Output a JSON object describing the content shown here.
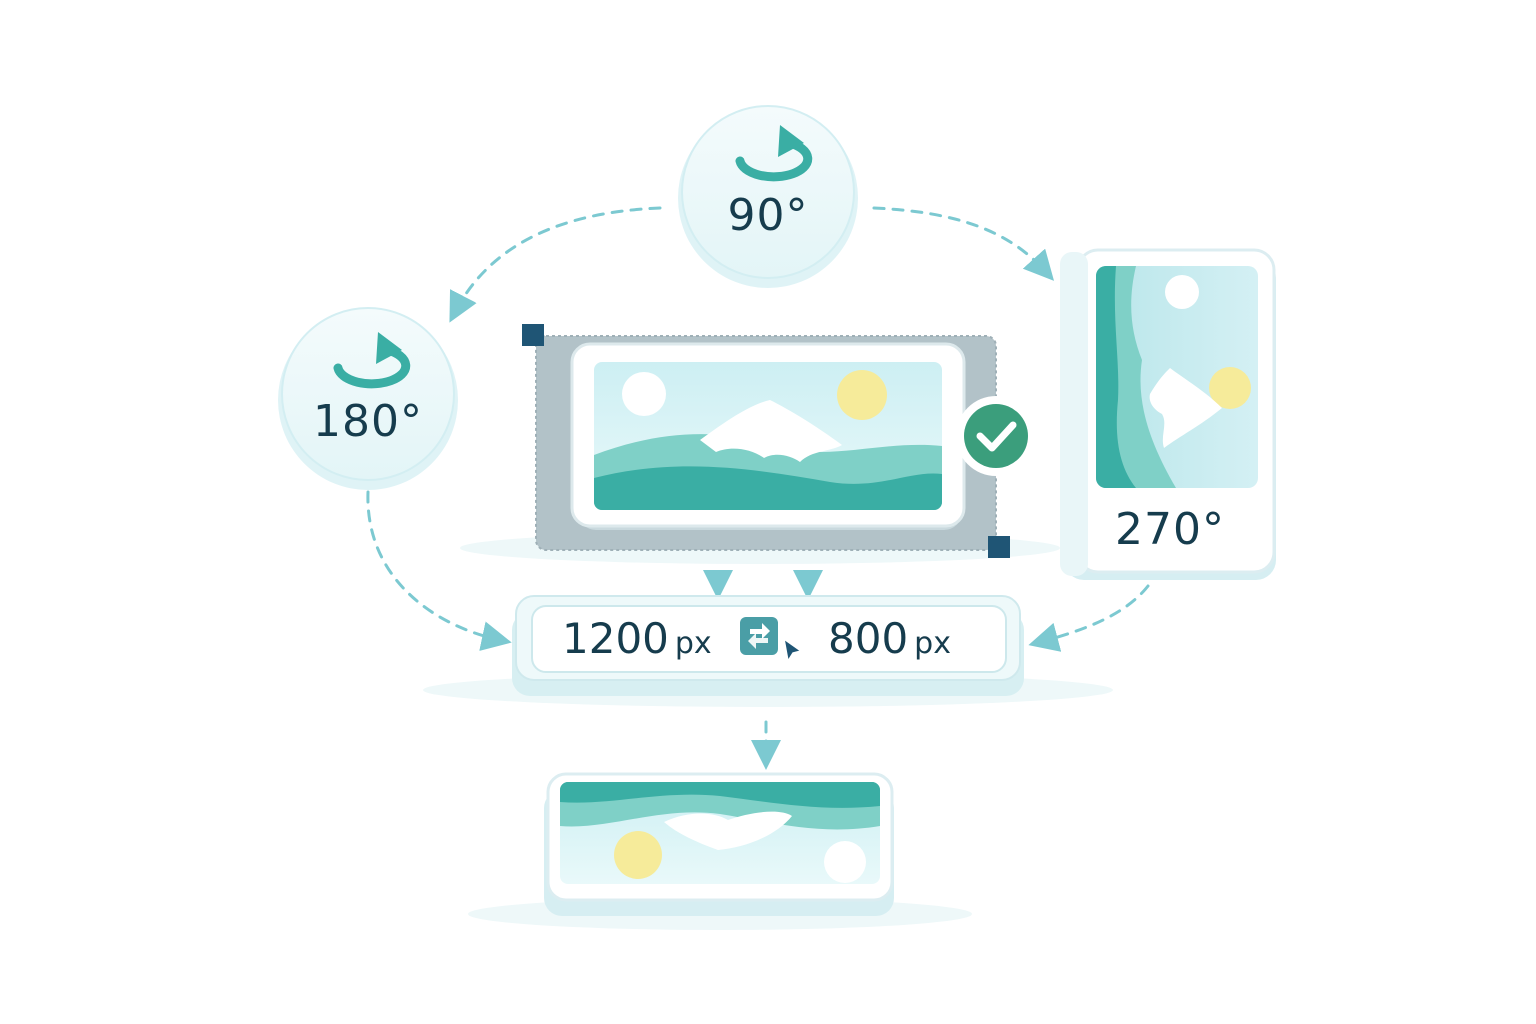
{
  "rotations": {
    "r90": {
      "label": "90°",
      "icon": "rotate-clockwise-icon"
    },
    "r180": {
      "label": "180°",
      "icon": "rotate-clockwise-icon"
    },
    "r270": {
      "label": "270°"
    }
  },
  "dimensions": {
    "width_value": "1200",
    "width_unit": "px",
    "height_value": "800",
    "height_unit": "px",
    "swap_icon": "swap-dimensions-icon"
  },
  "status_icon": "checkmark-icon",
  "colors": {
    "teal": "#3aaea4",
    "teal_dark": "#2f8f88",
    "mint_light": "#e8f7f8",
    "sky": "#cfeff2",
    "navy_text": "#163c4d",
    "sun": "#f6eb9a",
    "dashed_line": "#7cc9d1",
    "check_green": "#3b9e7c",
    "frame_gray": "#a9b9c0"
  }
}
